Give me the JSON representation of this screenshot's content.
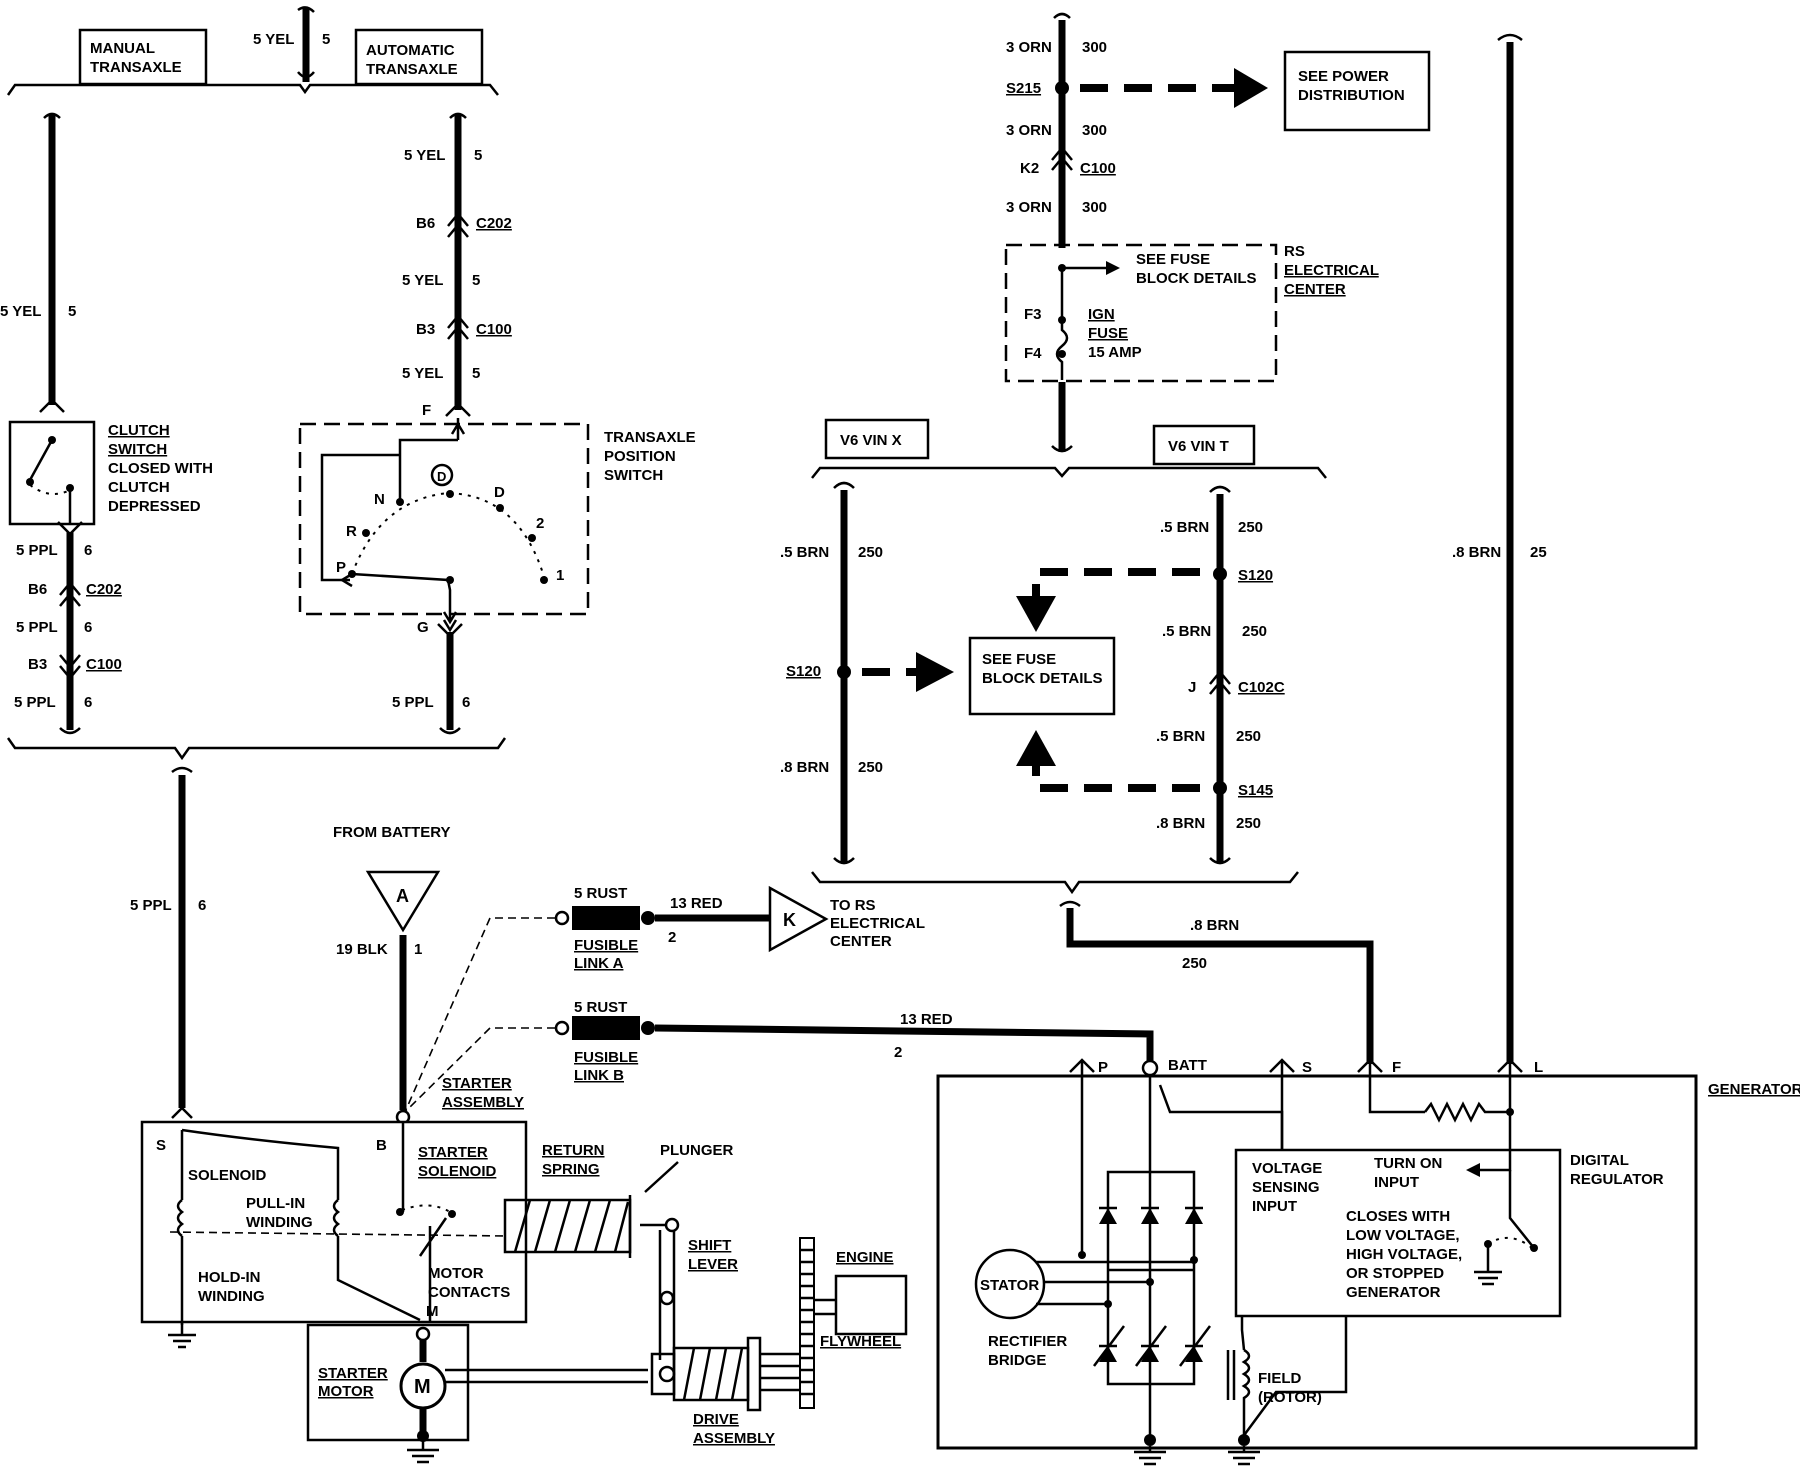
{
  "labels": {
    "manual_transaxle": [
      "MANUAL",
      "TRANSAXLE"
    ],
    "automatic_transaxle": [
      "AUTOMATIC",
      "TRANSAXLE"
    ],
    "see_power_distribution": [
      "SEE POWER",
      "DISTRIBUTION"
    ],
    "fuse_block_details_top": [
      "SEE FUSE",
      "BLOCK DETAILS"
    ],
    "rs_electrical_center": [
      "RS",
      "ELECTRICAL",
      "CENTER"
    ],
    "ign_fuse": [
      "IGN",
      "FUSE",
      "15 AMP"
    ],
    "v6_vin_x": "V6 VIN X",
    "v6_vin_t": "V6 VIN T",
    "see_fuse_block_details": [
      "SEE FUSE",
      "BLOCK DETAILS"
    ],
    "clutch_switch": [
      "CLUTCH",
      "SWITCH",
      "CLOSED WITH",
      "CLUTCH",
      "DEPRESSED"
    ],
    "transaxle_position_switch": [
      "TRANSAXLE",
      "POSITION",
      "SWITCH"
    ],
    "from_battery": "FROM BATTERY",
    "battery_ref": "A",
    "to_rs_ref": "K",
    "to_rs_electrical_center": [
      "TO RS",
      "ELECTRICAL",
      "CENTER"
    ],
    "fusible_link_a": [
      "FUSIBLE",
      "LINK A"
    ],
    "fusible_link_b": [
      "FUSIBLE",
      "LINK B"
    ],
    "starter_assembly": [
      "STARTER",
      "ASSEMBLY"
    ],
    "solenoid": "SOLENOID",
    "pull_in_winding": [
      "PULL-IN",
      "WINDING"
    ],
    "hold_in_winding": [
      "HOLD-IN",
      "WINDING"
    ],
    "starter_solenoid": [
      "STARTER",
      "SOLENOID"
    ],
    "motor_contacts": [
      "MOTOR",
      "CONTACTS"
    ],
    "return_spring": [
      "RETURN",
      "SPRING"
    ],
    "plunger": "PLUNGER",
    "shift_lever": [
      "SHIFT",
      "LEVER"
    ],
    "engine": "ENGINE",
    "flywheel": "FLYWHEEL",
    "starter_motor": [
      "STARTER",
      "MOTOR"
    ],
    "motor_symbol": "M",
    "drive_assembly": [
      "DRIVE",
      "ASSEMBLY"
    ],
    "generator": "GENERATOR",
    "voltage_sensing_input": [
      "VOLTAGE",
      "SENSING",
      "INPUT"
    ],
    "turn_on_input": [
      "TURN ON",
      "INPUT"
    ],
    "digital_regulator": [
      "DIGITAL",
      "REGULATOR"
    ],
    "closes_with": [
      "CLOSES WITH",
      "LOW VOLTAGE,",
      "HIGH VOLTAGE,",
      "OR STOPPED",
      "GENERATOR"
    ],
    "stator": "STATOR",
    "rectifier_bridge": [
      "RECTIFIER",
      "BRIDGE"
    ],
    "field_rotor": [
      "FIELD",
      "(ROTOR)"
    ],
    "gear_positions": {
      "P": "P",
      "R": "R",
      "N": "N",
      "D_circled": "D",
      "D": "D",
      "2": "2",
      "1": "1"
    },
    "terminals": {
      "S_starter": "S",
      "B_starter": "B",
      "M_starter": "M",
      "P_gen": "P",
      "BATT": "BATT",
      "S_gen": "S",
      "F_gen": "F",
      "L_gen": "L",
      "F_tps": "F",
      "G_tps": "G"
    }
  },
  "wires": {
    "top_yel_color": "5 YEL",
    "top_yel_circuit": "5",
    "manual_yel_color": "5 YEL",
    "manual_yel_circuit": "5",
    "manual_ppl1_color": "5 PPL",
    "manual_ppl1_circuit": "6",
    "manual_c202_pin": "B6",
    "manual_c202": "C202",
    "manual_ppl2_color": "5 PPL",
    "manual_ppl2_circuit": "6",
    "manual_c100_pin": "B3",
    "manual_c100": "C100",
    "manual_ppl3_color": "5 PPL",
    "manual_ppl3_circuit": "6",
    "auto_yel1_color": "5 YEL",
    "auto_yel1_circuit": "5",
    "auto_c202_pin": "B6",
    "auto_c202": "C202",
    "auto_yel2_color": "5 YEL",
    "auto_yel2_circuit": "5",
    "auto_c100_pin": "B3",
    "auto_c100": "C100",
    "auto_yel3_color": "5 YEL",
    "auto_yel3_circuit": "5",
    "auto_ppl_color": "5 PPL",
    "auto_ppl_circuit": "6",
    "starter_ppl_color": "5 PPL",
    "starter_ppl_circuit": "6",
    "batt_cable_color": "19 BLK",
    "batt_cable_circuit": "1",
    "orn1_color": "3 ORN",
    "orn1_circuit": "300",
    "splice_s215": "S215",
    "orn2_color": "3 ORN",
    "orn2_circuit": "300",
    "k2_pin": "K2",
    "k2_conn": "C100",
    "orn3_color": "3 ORN",
    "orn3_circuit": "300",
    "fuse_f3": "F3",
    "fuse_f4": "F4",
    "vinx_brn1_color": ".5 BRN",
    "vinx_brn1_circuit": "250",
    "vinx_splice": "S120",
    "vinx_brn2_color": ".8 BRN",
    "vinx_brn2_circuit": "250",
    "vint_brn1_color": ".5 BRN",
    "vint_brn1_circuit": "250",
    "vint_splice1": "S120",
    "vint_brn2_color": ".5 BRN",
    "vint_brn2_circuit": "250",
    "vint_j_pin": "J",
    "vint_conn": "C102C",
    "vint_brn3_color": ".5 BRN",
    "vint_brn3_circuit": "250",
    "vint_splice2": "S145",
    "vint_brn4_color": ".8 BRN",
    "vint_brn4_circuit": "250",
    "gen_f_color": ".8 BRN",
    "gen_f_circuit": "250",
    "gen_l_color": ".8 BRN",
    "gen_l_circuit": "25",
    "rust_a_color": "5 RUST",
    "red_a_color": "13 RED",
    "red_a_circuit": "2",
    "rust_b_color": "5 RUST",
    "red_b_color": "13 RED",
    "red_b_circuit": "2"
  }
}
